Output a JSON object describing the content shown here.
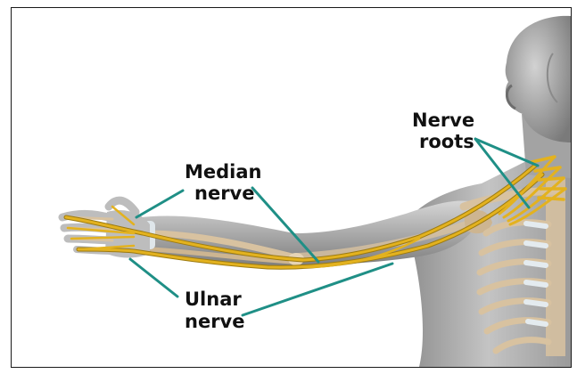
{
  "labels": {
    "median_line1": "Median",
    "median_line2": "nerve",
    "roots_line1": "Nerve",
    "roots_line2": "roots",
    "ulnar_line1": "Ulnar",
    "ulnar_line2": "nerve"
  },
  "colors": {
    "frame": "#1a1a1a",
    "skin": "#b7b7b7",
    "skin_shadow": "#7c7c7c",
    "bone": "#d8c2a0",
    "cartilage": "#dfe6ea",
    "nerve": "#e3b21f",
    "nerve_dark": "#9c7a10",
    "leader": "#1f8f86",
    "text": "#111111"
  }
}
